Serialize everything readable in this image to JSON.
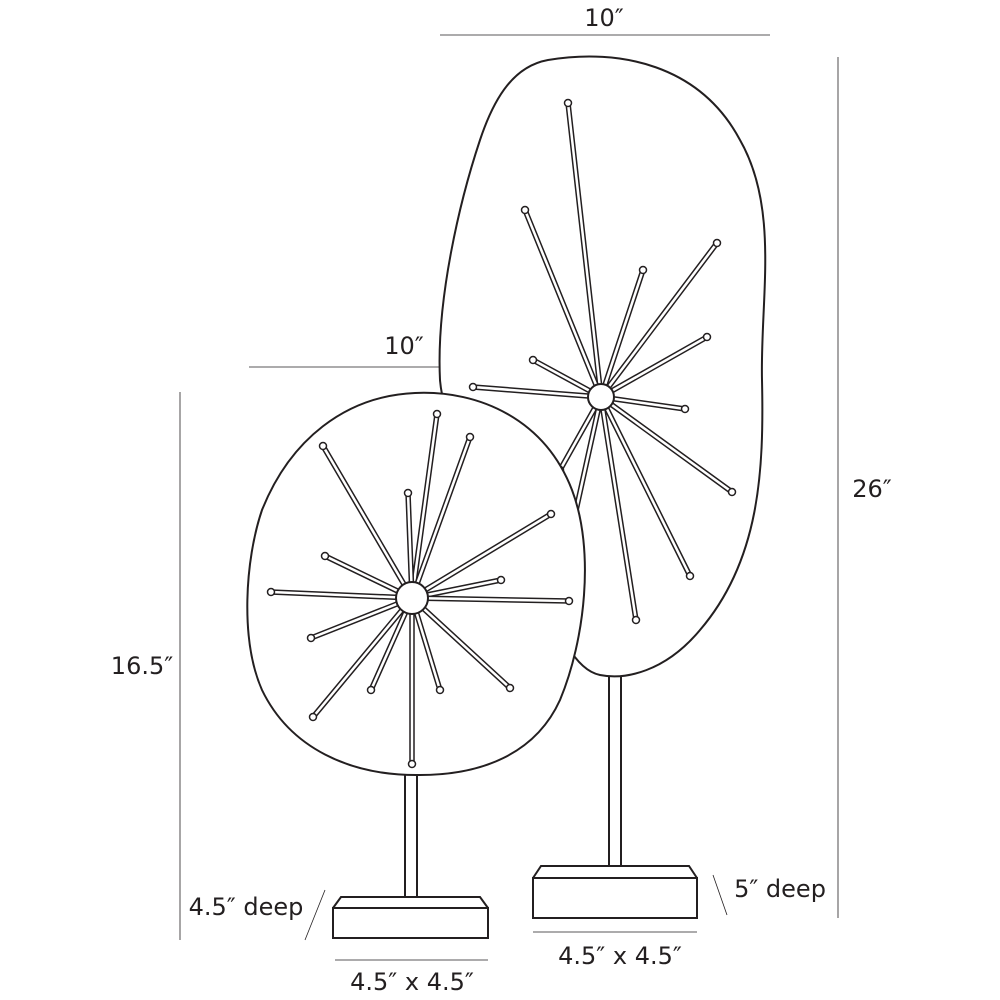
{
  "dimensions": {
    "large_width": "10″",
    "small_width": "10″",
    "large_height": "26″",
    "small_height": "16.5″",
    "small_depth": "4.5″ deep",
    "large_depth": "5″ deep",
    "small_base": "4.5″ x 4.5″",
    "large_base": "4.5″ x 4.5″"
  },
  "colors": {
    "line": "#231f20",
    "background": "#ffffff"
  }
}
